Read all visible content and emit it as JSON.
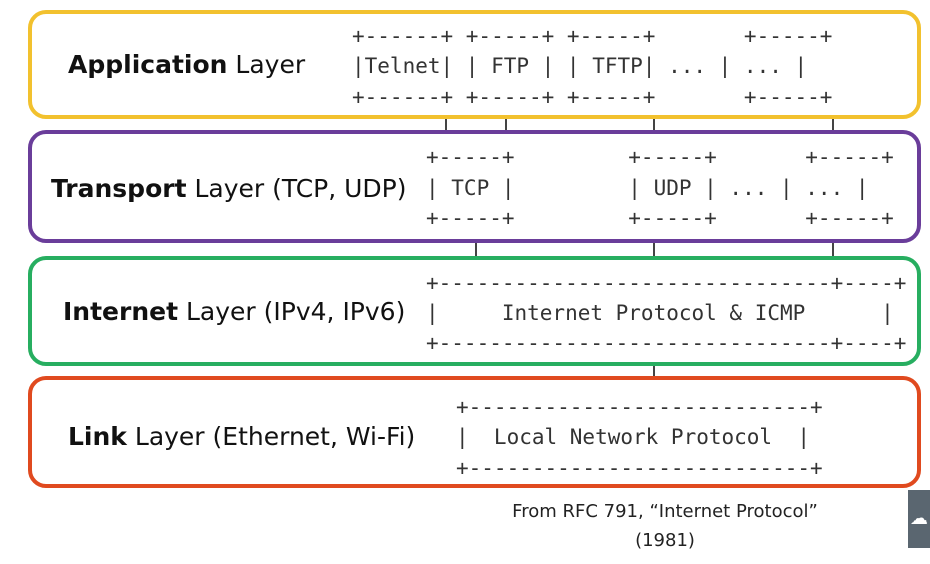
{
  "layers": [
    {
      "id": "application",
      "name_bold": "Application",
      "name_rest": " Layer",
      "color": "#f2c12e",
      "ascii": [
        "+------+ +-----+ +-----+       +-----+",
        "|Telnet| | FTP | | TFTP| ... | ... |",
        "+------+ +-----+ +-----+       +-----+"
      ]
    },
    {
      "id": "transport",
      "name_bold": "Transport",
      "name_rest": " Layer (TCP, UDP)",
      "color": "#6a3d9a",
      "ascii": [
        "+-----+         +-----+       +-----+",
        "| TCP |         | UDP | ... | ... |",
        "+-----+         +-----+       +-----+"
      ]
    },
    {
      "id": "internet",
      "name_bold": "Internet",
      "name_rest": " Layer (IPv4, IPv6)",
      "color": "#27ae60",
      "ascii": [
        "+-------------------------------+----+",
        "|     Internet Protocol & ICMP      |",
        "+-------------------------------+----+"
      ]
    },
    {
      "id": "link",
      "name_bold": "Link",
      "name_rest": " Layer (Ethernet, Wi-Fi)",
      "color": "#e04a1f",
      "ascii": [
        "+---------------------------+",
        "|  Local Network Protocol  |",
        "+---------------------------+"
      ]
    }
  ],
  "caption": {
    "line1": "From RFC 791, “Internet Protocol”",
    "line2": "(1981)"
  },
  "side_icon": "cloud-icon"
}
